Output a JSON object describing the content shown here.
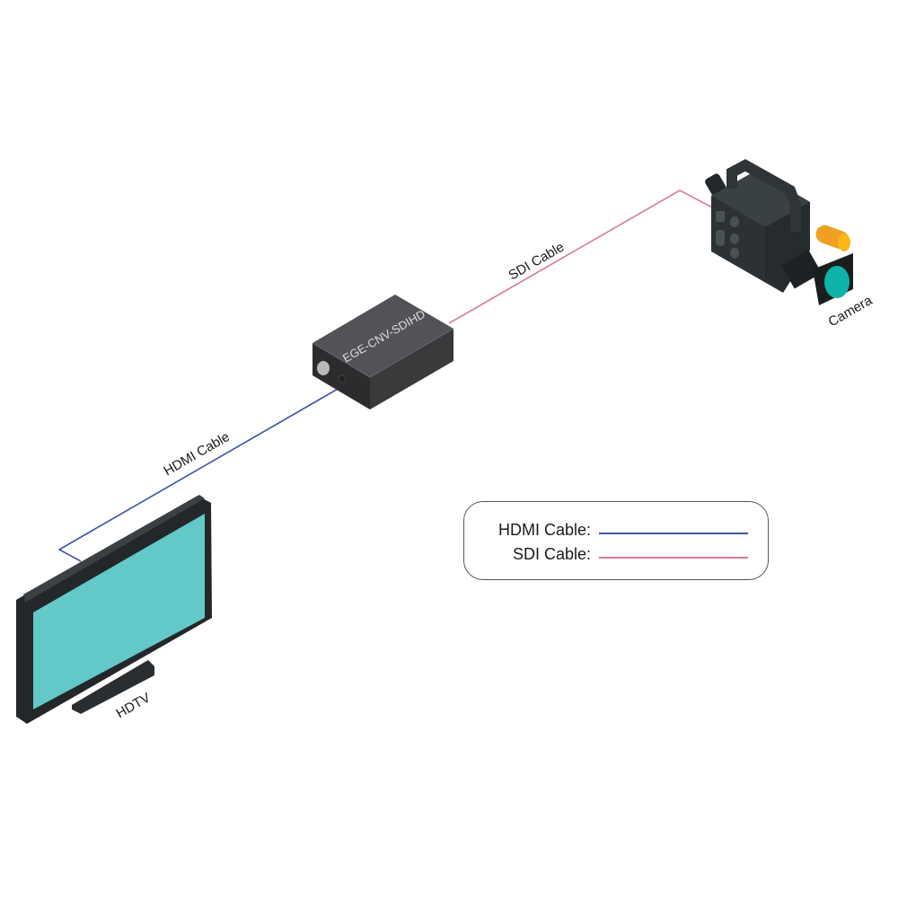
{
  "labels": {
    "sdi_cable": "SDI Cable",
    "hdmi_cable": "HDMI Cable",
    "camera": "Camera",
    "hdtv": "HDTV",
    "converter_model": "EGE-CNV-SDIHD"
  },
  "legend": {
    "items": [
      {
        "label": "HDMI Cable:",
        "color": "#3d55a8"
      },
      {
        "label": "SDI Cable:",
        "color": "#d8799f"
      }
    ]
  },
  "colors": {
    "hdmi": "#3d55a8",
    "sdi": "#d8799f",
    "screen": "#62c8c8",
    "lens": "#0db3a8",
    "light": "#f5a623"
  }
}
